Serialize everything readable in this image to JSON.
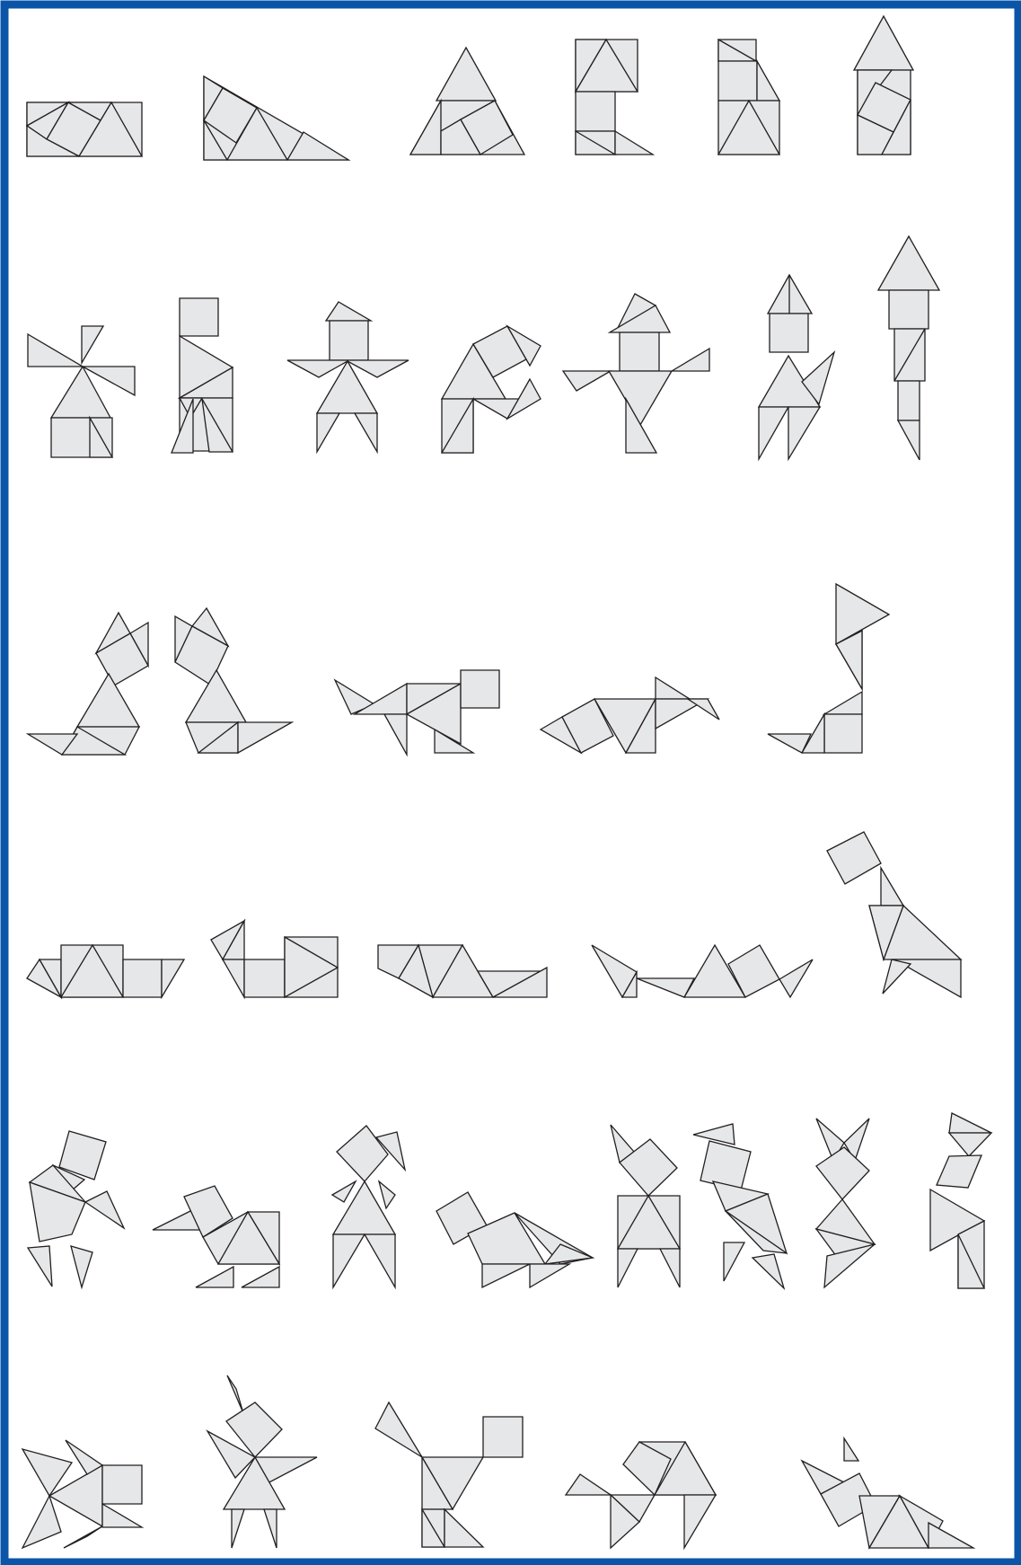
{
  "sheet": {
    "frame_color": "#0b55a8",
    "piece_fill": "#e6e7e8",
    "piece_stroke": "#231f20"
  },
  "figures": [
    {
      "name": "rectangle"
    },
    {
      "name": "right-triangle"
    },
    {
      "name": "big-triangle"
    },
    {
      "name": "shape-letter-c"
    },
    {
      "name": "shape-tall-block"
    },
    {
      "name": "shape-house-tower"
    },
    {
      "name": "windmill"
    },
    {
      "name": "shape-profile"
    },
    {
      "name": "shape-person-hat"
    },
    {
      "name": "shape-bent-figure"
    },
    {
      "name": "shape-dancer"
    },
    {
      "name": "shape-walker"
    },
    {
      "name": "shape-rocket"
    },
    {
      "name": "cat-left"
    },
    {
      "name": "cat-right"
    },
    {
      "name": "dog"
    },
    {
      "name": "fox"
    },
    {
      "name": "swan"
    },
    {
      "name": "boat"
    },
    {
      "name": "duck-block"
    },
    {
      "name": "sled"
    },
    {
      "name": "ship"
    },
    {
      "name": "bird-standing"
    },
    {
      "name": "runner"
    },
    {
      "name": "goose"
    },
    {
      "name": "person-hat-legs"
    },
    {
      "name": "seal"
    },
    {
      "name": "owl"
    },
    {
      "name": "jumping-person"
    },
    {
      "name": "bunny"
    },
    {
      "name": "parrot"
    },
    {
      "name": "fish"
    },
    {
      "name": "rabbit"
    },
    {
      "name": "chicken"
    },
    {
      "name": "camel"
    },
    {
      "name": "fox-sitting"
    }
  ]
}
